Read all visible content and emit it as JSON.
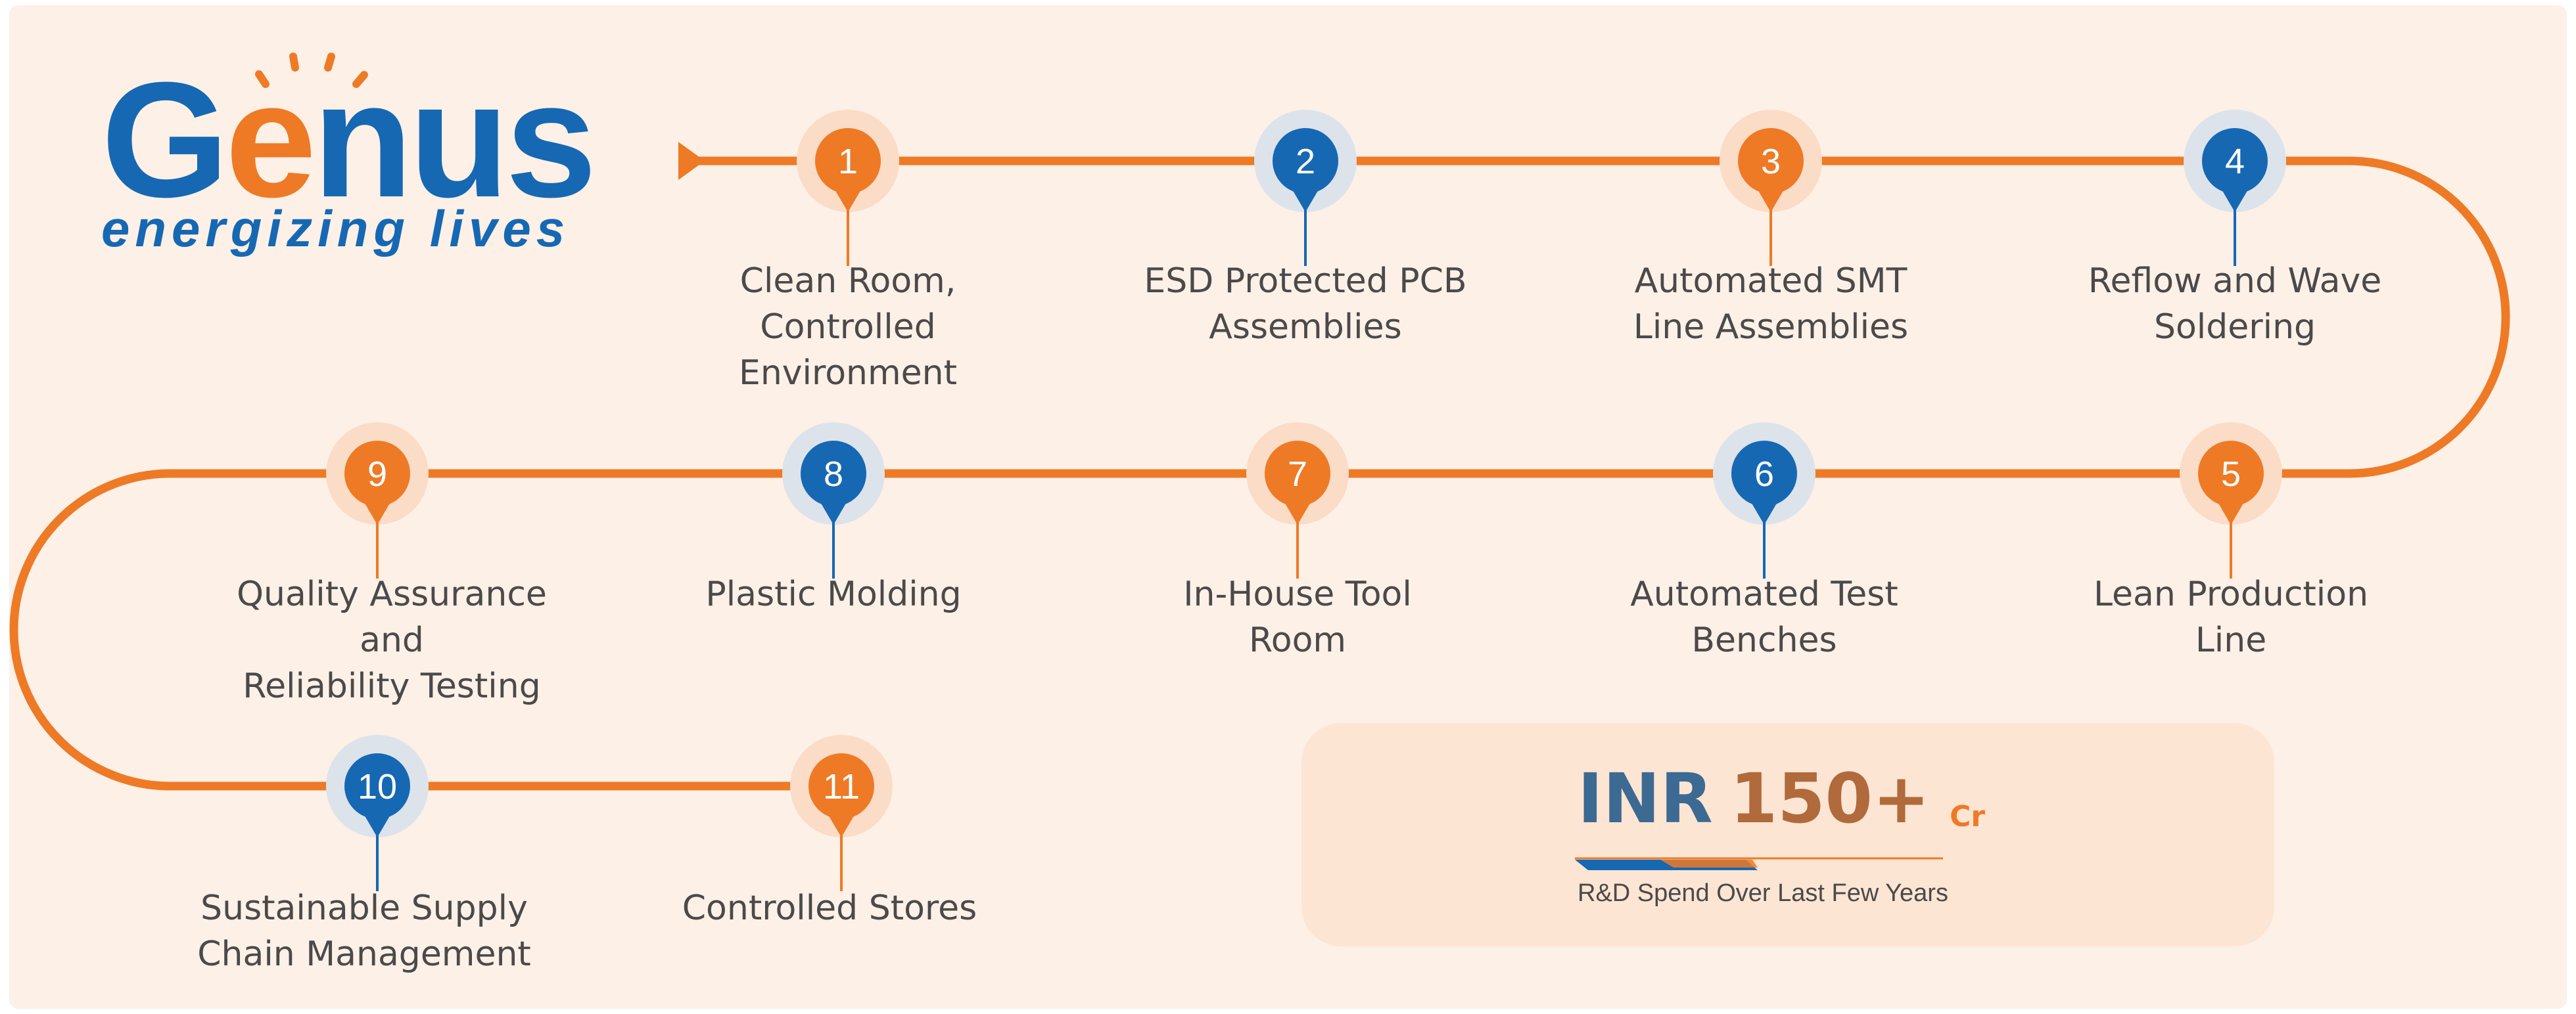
{
  "logo": {
    "wordmark_start": "G",
    "wordmark_accent": "e",
    "wordmark_end": "nus",
    "tagline": "energizing lives"
  },
  "colors": {
    "background": "#fdf0e7",
    "orange": "#ee7a25",
    "blue": "#1668b3",
    "text": "#4a4a4a"
  },
  "steps": [
    {
      "number": "1",
      "label": "Clean Room,\nControlled\nEnvironment",
      "color": "orange"
    },
    {
      "number": "2",
      "label": "ESD Protected PCB\nAssemblies",
      "color": "blue"
    },
    {
      "number": "3",
      "label": "Automated SMT\nLine Assemblies",
      "color": "orange"
    },
    {
      "number": "4",
      "label": "Reflow and Wave\nSoldering",
      "color": "blue"
    },
    {
      "number": "5",
      "label": "Lean Production\nLine",
      "color": "orange"
    },
    {
      "number": "6",
      "label": "Automated Test\nBenches",
      "color": "blue"
    },
    {
      "number": "7",
      "label": "In-House Tool\nRoom",
      "color": "orange"
    },
    {
      "number": "8",
      "label": "Plastic Molding",
      "color": "blue"
    },
    {
      "number": "9",
      "label": "Quality Assurance and\nReliability Testing",
      "color": "orange"
    },
    {
      "number": "10",
      "label": "Sustainable Supply\nChain Management",
      "color": "blue"
    },
    {
      "number": "11",
      "label": "Controlled Stores",
      "color": "orange"
    }
  ],
  "stat": {
    "currency": "INR",
    "value": "150+",
    "unit": "Cr",
    "caption": "R&D Spend Over Last Few Years"
  }
}
